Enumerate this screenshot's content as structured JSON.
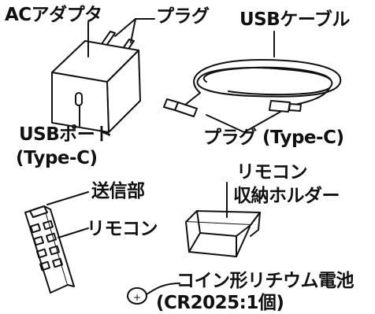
{
  "labels": {
    "ac_adapter": "ACアダプタ",
    "plug_top": "プラグ",
    "usb_cable": "USBケーブル",
    "usb_port_line1": "USBポート",
    "usb_port_line2": "(Type-C)",
    "plug_typec": "プラグ (Type-C)",
    "transmitter": "送信部",
    "remote": "リモコン",
    "holder_line1": "リモコン",
    "holder_line2": "収納ホルダー",
    "battery_line1": "コイン形リチウム電池",
    "battery_line2": "(CR2025:1個)",
    "battery_mark": "+"
  }
}
